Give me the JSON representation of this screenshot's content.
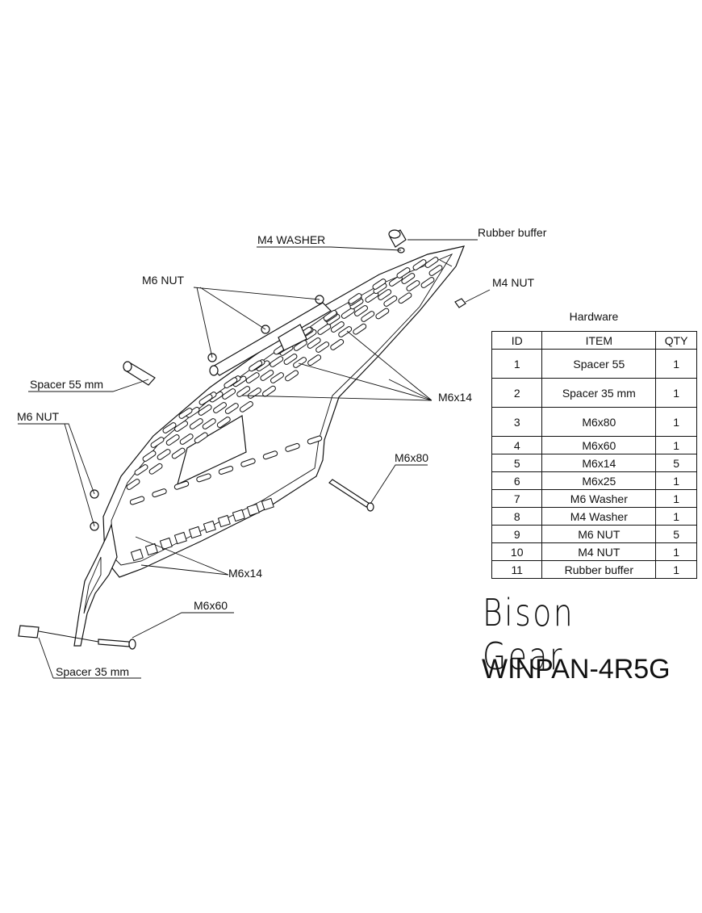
{
  "labels": {
    "m4_washer": "M4 WASHER",
    "rubber_buffer": "Rubber buffer",
    "m6_nut_top": "M6 NUT",
    "m4_nut": "M4 NUT",
    "spacer_55": "Spacer 55 mm",
    "m6x14_upper": "M6x14",
    "m6_nut_left": "M6 NUT",
    "m6x80": "M6x80",
    "m6x14_lower": "M6x14",
    "m6x60": "M6x60",
    "spacer_35": "Spacer 35 mm"
  },
  "hardware": {
    "title": "Hardware",
    "headers": [
      "ID",
      "ITEM",
      "QTY"
    ],
    "rows": [
      {
        "id": "1",
        "item": "Spacer 55",
        "qty": "1"
      },
      {
        "id": "2",
        "item": "Spacer 35 mm",
        "qty": "1"
      },
      {
        "id": "3",
        "item": "M6x80",
        "qty": "1"
      },
      {
        "id": "4",
        "item": "M6x60",
        "qty": "1"
      },
      {
        "id": "5",
        "item": "M6x14",
        "qty": "5"
      },
      {
        "id": "6",
        "item": "M6x25",
        "qty": "1"
      },
      {
        "id": "7",
        "item": "M6 Washer",
        "qty": "1"
      },
      {
        "id": "8",
        "item": "M4 Washer",
        "qty": "1"
      },
      {
        "id": "9",
        "item": "M6 NUT",
        "qty": "5"
      },
      {
        "id": "10",
        "item": "M4 NUT",
        "qty": "1"
      },
      {
        "id": "11",
        "item": "Rubber buffer",
        "qty": "1"
      }
    ]
  },
  "brand": "Bison Gear",
  "model": "WINPAN-4R5G"
}
